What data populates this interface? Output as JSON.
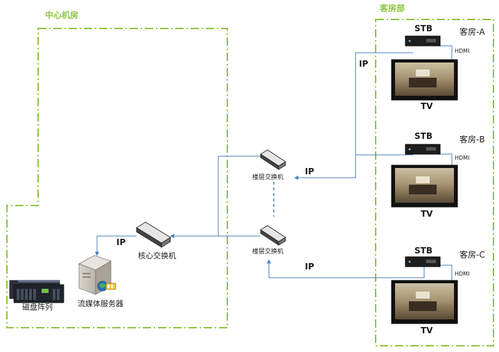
{
  "regions": {
    "center": "中心机房",
    "guest": "客房部"
  },
  "devices": {
    "core_switch": "核心交换机",
    "floor_switch": "楼层交换机",
    "media_server": "流媒体服务器",
    "disk_array": "磁盘阵列"
  },
  "links": {
    "ip": "IP",
    "hdmi": "HDMI"
  },
  "rooms": [
    {
      "name": "客房-A",
      "stb": "STB",
      "tv": "TV"
    },
    {
      "name": "客房-B",
      "stb": "STB",
      "tv": "TV"
    },
    {
      "name": "客房-C",
      "stb": "STB",
      "tv": "TV"
    }
  ],
  "colors": {
    "region_border": "#8cc63f",
    "link": "#4a7ebb",
    "text": "#1a1a1a"
  }
}
